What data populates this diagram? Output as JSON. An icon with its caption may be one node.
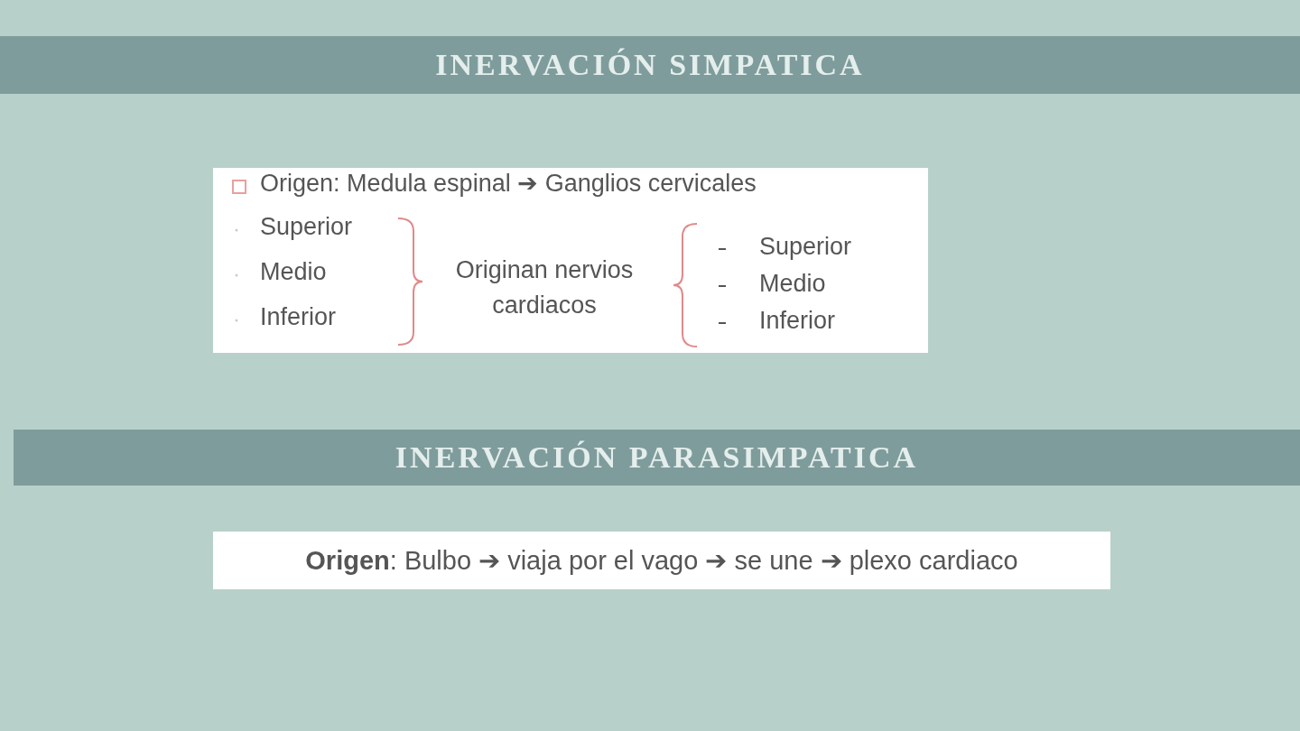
{
  "diagram": {
    "nodes": [
      {
        "text": [
          "INERVACIÓN SIMPATICA"
        ]
      },
      {
        "text": [
          "Origen: Medula espinal ➔ Ganglios cervicales",
          "Superior",
          "Medio",
          "Inferior",
          "Originan nervios cardiacos",
          "Superior",
          "Medio",
          "Inferior"
        ]
      },
      {
        "text": [
          "INERVACIÓN PARASIMPATICA"
        ]
      },
      {
        "text": [
          "**Origen**: Bulbo ➔ viaja por el vago ➔ se une ➔ plexo cardiaco"
        ]
      }
    ]
  }
}
